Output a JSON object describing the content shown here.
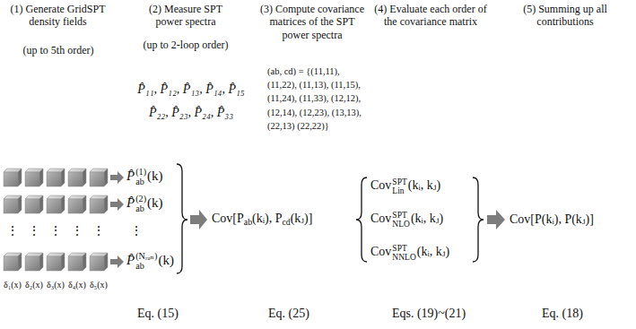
{
  "diagram": {
    "labels": [
      "(1) Generate GridSPT density fields",
      "(up to 5th order)",
      "(2) Measure SPT power spectra",
      "(up to 2-loop order)",
      "(3) Compute covariance matrices of the SPT power spectra",
      "(4) Evaluate each order of the covariance matrix",
      "(5) Summing up all contributions",
      "P̂₁₁, P̂₁₂, P̂₁₃, P̂₁₄, P̂₁₅",
      "P̂₂₂, P̂₂₃, P̂₂₄, P̂₃₃",
      "(ab, cd) = {(11,11), (11,22), (11,13), (11,15), (11,24), (11,33), (12,12), (12,14), (12,23), (13,13), (22,13) (22,22)}",
      "P̂",
      "(1)",
      "ab",
      "(k)",
      "P̂",
      "(2)",
      "ab",
      "(k)",
      "⋮",
      "P̂",
      "(Nᵣᵤₙ)",
      "ab",
      "(k)",
      "⋮",
      "⋮",
      "⋮",
      "⋮",
      "⋮",
      "Cov[P",
      "ab",
      "(kᵢ), P",
      "cd",
      "(kⱼ)]",
      "Cov",
      "SPT",
      "Lin",
      "(kᵢ, kⱼ)",
      "Cov",
      "SPT",
      "NLO",
      "(kᵢ, kⱼ)",
      "Cov",
      "SPT",
      "NNLO",
      "(kᵢ, kⱼ)",
      "Cov[P(kᵢ), P(kⱼ)]",
      "δ₁(x)",
      "δ₂(x)",
      "δ₃(x)",
      "δ₄(x)",
      "δ₅(x)",
      "Eq. (15)",
      "Eq. (25)",
      "Eqs. (19)~(21)",
      "Eq. (18)"
    ]
  }
}
